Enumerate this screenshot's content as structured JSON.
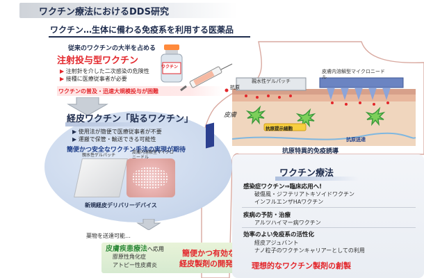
{
  "header": {
    "title": "ワクチン療法におけるDDS研究",
    "subtitle": "ワクチン…生体に備わる免疫系を利用する医薬品"
  },
  "injection": {
    "intro": "従来のワクチンの大半を占める",
    "type_label": "注射投与型ワクチン",
    "bullets": [
      "注射針を介した二次感染の危険性",
      "接種に医療従事者が必要"
    ],
    "problem": "ワクチンの普及・迅速大規模投与が困難",
    "vial_label": "ワクチン"
  },
  "transdermal": {
    "title": "経皮ワクチン「貼るワクチン」",
    "bullets": [
      "使用法が簡便で医療従事者が不要",
      "運搬で保管・輸送できる可能性"
    ],
    "expectation": "簡便かつ安全なワクチン手法の実現が期待",
    "patch_label": "親水性ゲルパッチ",
    "needle_label": "皮膚内溶解型マイクロニードル",
    "device_label": "新規経皮デリバリーデバイス"
  },
  "bottom": {
    "apply_intro": "薬物を送達可能…",
    "application": "皮膚疾患療法",
    "application_suffix": "へ応用",
    "diseases": [
      "膠原性角化症",
      "アトピー性皮膚炎"
    ],
    "development_line1": "簡便かつ有効な",
    "development_line2": "経皮製剤の開発"
  },
  "skin": {
    "antigen_label": "抗原",
    "gel_patch_label": "親水性ゲルパッチ",
    "microneedle_label": "皮膚内溶解型マイクロニードル",
    "skin_label": "皮膚",
    "antigen_cell_label": "抗原提示細胞",
    "antigen_delivery_label": "抗原送達",
    "immune_induction": "抗原特異的免疫誘導"
  },
  "vaccine_therapy": {
    "title": "ワクチン療法",
    "sections": [
      {
        "heading": "感染症ワクチン⇒臨床応用へ!",
        "items": [
          "破傷風・ジフテリアトキソイドワクチン",
          "インフルエンザHAワクチン"
        ]
      },
      {
        "heading": "疾病の予防・治療",
        "items": [
          "アルツハイマー病ワクチン"
        ]
      },
      {
        "heading": "効率のよい免疫系の活性化",
        "items": [
          "経皮アジュバント",
          "ナノ粒子のワクチンキャリアーとしての利用"
        ]
      }
    ],
    "goal": "理想的なワクチン製剤の創製"
  },
  "colors": {
    "navy": "#1f2d4e",
    "red": "#e3262b",
    "green": "#2f8a3a",
    "skin": "#f2dcc4"
  }
}
